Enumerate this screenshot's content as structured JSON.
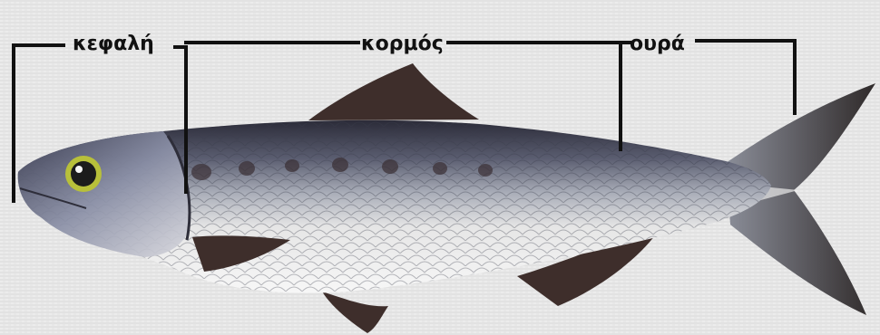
{
  "labels": {
    "head": "κεφαλή",
    "body": "κορμός",
    "tail": "ουρά"
  },
  "colors": {
    "background": "#e9e9e9",
    "bracket_line": "#111111",
    "fish_back": "#33333f",
    "fish_belly": "#f4f4f4",
    "fin": "#3e2e2b",
    "eye_ring": "#b8c03a"
  },
  "icons": {
    "subject": "fish-illustration"
  }
}
